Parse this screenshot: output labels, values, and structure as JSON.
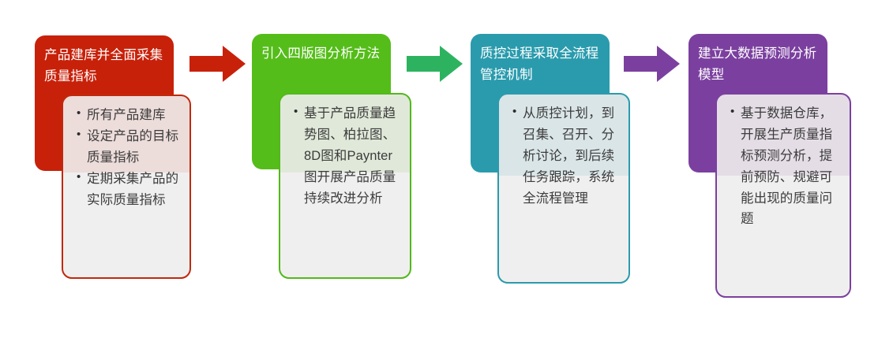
{
  "diagram": {
    "type": "process-flow",
    "title": "",
    "direction": "left-to-right",
    "step_count": 4,
    "arrow_count": 3
  },
  "steps": [
    {
      "index": 1,
      "header_text": "产品建库并全面采集质量指标",
      "color": "#C8210A",
      "border_color": "#C0290D",
      "wash_color": "rgba(200,33,10,0.09)",
      "bullets": [
        "所有产品建库",
        "设定产品的目标质量指标",
        "定期采集产品的实际质量指标"
      ]
    },
    {
      "index": 2,
      "header_text": "引入四版图分析方法",
      "color": "#55BD1A",
      "border_color": "#52B91A",
      "wash_color": "rgba(85,189,26,0.10)",
      "bullets": [
        "基于产品质量趋势图、柏拉图、8D图和Paynter图开展产品质量持续改进分析"
      ]
    },
    {
      "index": 3,
      "header_text": "质控过程采取全流程管控机制",
      "color": "#2A9BAD",
      "border_color": "#2A9BAD",
      "wash_color": "rgba(42,155,173,0.11)",
      "bullets": [
        "从质控计划，到召集、召开、分析讨论，到后续任务跟踪，系统全流程管理"
      ]
    },
    {
      "index": 4,
      "header_text": "建立大数据预测分析模型",
      "color": "#7B409F",
      "border_color": "#7B409F",
      "wash_color": "rgba(123,64,159,0.10)",
      "bullets": [
        "基于数据仓库，开展生产质量指标预测分析，提前预防、规避可能出现的质量问题"
      ]
    }
  ],
  "arrows": [
    {
      "index": 1,
      "color": "#C8210A",
      "from_step": 1,
      "to_step": 2,
      "direction": "right"
    },
    {
      "index": 2,
      "color": "#2DB35F",
      "from_step": 2,
      "to_step": 3,
      "direction": "right"
    },
    {
      "index": 3,
      "color": "#7B409F",
      "from_step": 3,
      "to_step": 4,
      "direction": "right"
    }
  ]
}
